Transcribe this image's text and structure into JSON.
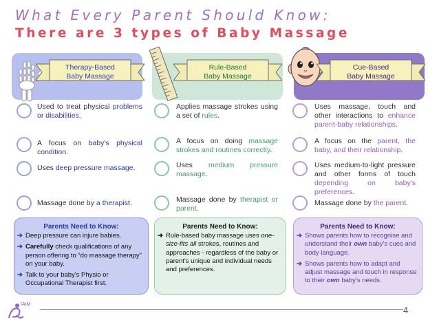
{
  "title_line1": "What Every Parent Should Know:",
  "title_line2": "There are 3 types of Baby Massage",
  "columns": [
    {
      "ribbon": [
        "Therapy-Based",
        "Baby Massage"
      ],
      "bullets": [
        [
          {
            "t": "Used to treat physical ",
            "c": ""
          },
          {
            "t": "problems or disabilities",
            "c": "hl"
          },
          {
            "t": ".",
            "c": ""
          }
        ],
        [
          {
            "t": "A focus on ",
            "c": ""
          },
          {
            "t": "baby's physical condition",
            "c": "hl"
          },
          {
            "t": ".",
            "c": ""
          }
        ],
        [
          {
            "t": "Uses ",
            "c": ""
          },
          {
            "t": "deep pressure massage",
            "c": "hl"
          },
          {
            "t": ".",
            "c": ""
          }
        ],
        [
          {
            "t": "Massage done by ",
            "c": ""
          },
          {
            "t": "a therapist",
            "c": "hl"
          },
          {
            "t": ".",
            "c": ""
          }
        ]
      ],
      "note_title": "Parents Need to Know:",
      "notes": [
        [
          {
            "t": "Deep pressure can injure babies.",
            "s": ""
          }
        ],
        [
          {
            "t": "Carefully",
            "s": "b"
          },
          {
            "t": " check qualifications of any person offering to “do massage therapy” on your baby.",
            "s": ""
          }
        ],
        [
          {
            "t": "Talk to your baby's Physio or Occupational Therapist first.",
            "s": ""
          }
        ]
      ]
    },
    {
      "ribbon": [
        "Rule-Based",
        "Baby Massage"
      ],
      "bullets": [
        [
          {
            "t": "Applies massage strokes using a set of ",
            "c": ""
          },
          {
            "t": "rules",
            "c": "hl"
          },
          {
            "t": ".",
            "c": ""
          }
        ],
        [
          {
            "t": "A focus on doing ",
            "c": ""
          },
          {
            "t": "massage strokes and routines correctly",
            "c": "hl"
          },
          {
            "t": ".",
            "c": ""
          }
        ],
        [
          {
            "t": "Uses ",
            "c": ""
          },
          {
            "t": "medium pressure massage",
            "c": "hl"
          },
          {
            "t": ".",
            "c": ""
          }
        ],
        [
          {
            "t": "Massage done by ",
            "c": ""
          },
          {
            "t": "therapist or parent",
            "c": "hl"
          },
          {
            "t": ".",
            "c": ""
          }
        ]
      ],
      "note_title": "Parents Need to Know:",
      "notes": [
        [
          {
            "t": "Rule-based baby massage uses ",
            "s": ""
          },
          {
            "t": "one-size-fits all",
            "s": "i"
          },
          {
            "t": " strokes, routines and approaches - regardless of the baby or parent's unique and individual needs and preferences.",
            "s": ""
          }
        ]
      ]
    },
    {
      "ribbon": [
        "Cue-Based",
        "Baby Massage"
      ],
      "bullets": [
        [
          {
            "t": "Uses massage, touch and other interactions to ",
            "c": ""
          },
          {
            "t": "enhance parent-baby relationships",
            "c": "hl"
          },
          {
            "t": ".",
            "c": ""
          }
        ],
        [
          {
            "t": "A focus on the ",
            "c": ""
          },
          {
            "t": "parent, the baby, and their relationship",
            "c": "hl"
          },
          {
            "t": ".",
            "c": ""
          }
        ],
        [
          {
            "t": "Uses medium-to-light pressure and other forms of touch ",
            "c": ""
          },
          {
            "t": "depending on baby's preferences",
            "c": "hl"
          },
          {
            "t": ".",
            "c": ""
          }
        ],
        [
          {
            "t": "Massage done by ",
            "c": ""
          },
          {
            "t": "the parent",
            "c": "hl"
          },
          {
            "t": ".",
            "c": ""
          }
        ]
      ],
      "note_title": "Parents Need to Know:",
      "notes": [
        [
          {
            "t": "Shows parents how to recognise and understand their ",
            "s": ""
          },
          {
            "t": "own",
            "s": "bi"
          },
          {
            "t": " baby's cues and body language.",
            "s": ""
          }
        ],
        [
          {
            "t": "Shows parents how to adapt and adjust massage and touch in response to their ",
            "s": ""
          },
          {
            "t": "own",
            "s": "bi"
          },
          {
            "t": " baby's needs.",
            "s": ""
          }
        ]
      ]
    }
  ],
  "logo_text": "IAIM",
  "page_number": "4",
  "colors": {
    "title_purple": "#9e6fc2",
    "title_red": "#e24d5e",
    "therapy_blue": "#2c3aa2",
    "rule_green": "#4b9b69",
    "cue_purple": "#8e62c2"
  }
}
